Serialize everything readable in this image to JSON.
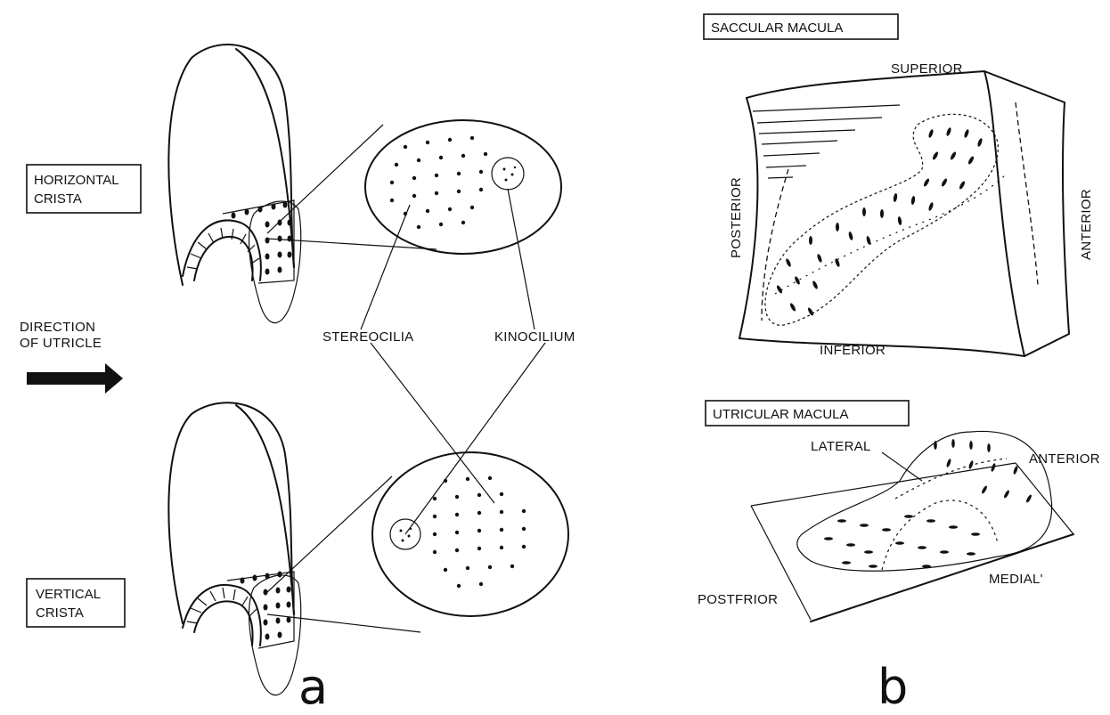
{
  "panel_a": {
    "box_horizontal": [
      "HORIZONTAL",
      "CRISTA"
    ],
    "box_vertical": [
      "VERTICAL",
      "CRISTA"
    ],
    "direction": [
      "DIRECTION",
      "OF UTRICLE"
    ],
    "stereocilia": "STEREOCILIA",
    "kinocilium": "KINOCILIUM",
    "letter": "a"
  },
  "panel_b": {
    "saccular_title": "SACCULAR MACULA",
    "saccular_superior": "SUPERIOR",
    "saccular_inferior": "INFERIOR",
    "saccular_posterior": "POSTERIOR",
    "saccular_anterior": "ANTERIOR",
    "utricular_title": "UTRICULAR MACULA",
    "utricular_lateral": "LATERAL",
    "utricular_anterior": "ANTERIOR",
    "utricular_posterior": "POSTFRIOR",
    "utricular_medial": "MEDIAL'",
    "letter": "b"
  }
}
